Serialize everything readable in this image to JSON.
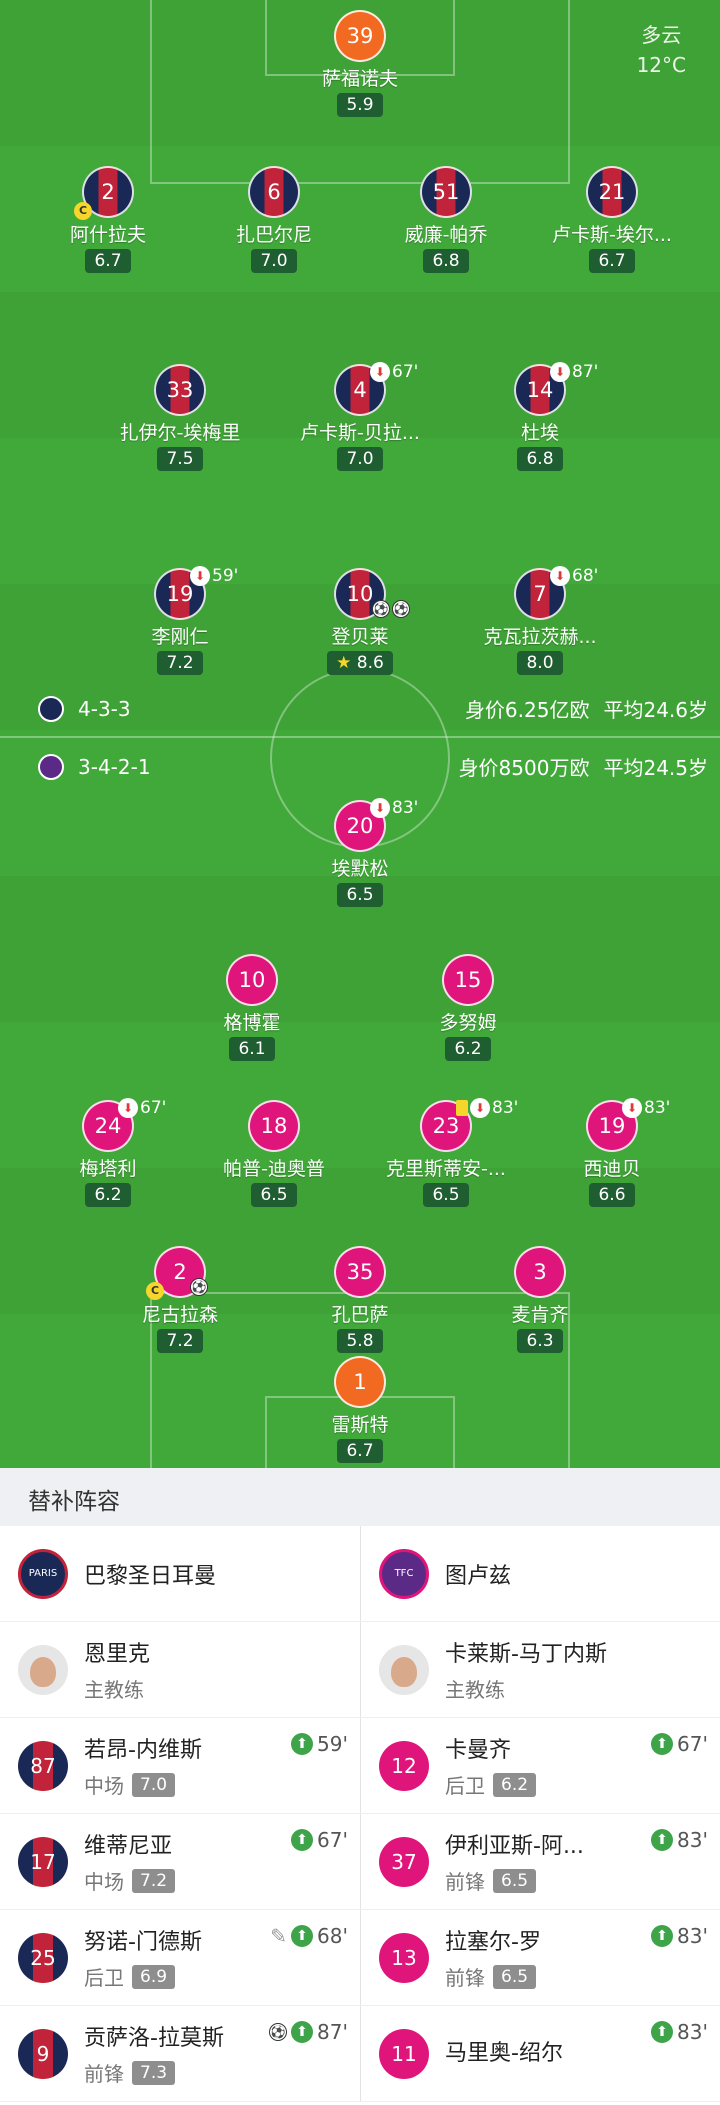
{
  "weather": {
    "condition": "多云",
    "temp": "12°C"
  },
  "psg": {
    "formation": "4-3-3",
    "value": "身价6.25亿欧",
    "avg_age": "平均24.6岁",
    "players": [
      {
        "num": "39",
        "name": "萨福诺夫",
        "rating": "5.9"
      },
      {
        "num": "2",
        "name": "阿什拉夫",
        "rating": "6.7"
      },
      {
        "num": "6",
        "name": "扎巴尔尼",
        "rating": "7.0"
      },
      {
        "num": "51",
        "name": "威廉-帕乔",
        "rating": "6.8"
      },
      {
        "num": "21",
        "name": "卢卡斯-埃尔...",
        "rating": "6.7"
      },
      {
        "num": "33",
        "name": "扎伊尔-埃梅里",
        "rating": "7.5"
      },
      {
        "num": "4",
        "name": "卢卡斯-贝拉...",
        "rating": "7.0",
        "sub": "67'"
      },
      {
        "num": "14",
        "name": "杜埃",
        "rating": "6.8",
        "sub": "87'"
      },
      {
        "num": "19",
        "name": "李刚仁",
        "rating": "7.2",
        "sub": "59'"
      },
      {
        "num": "10",
        "name": "登贝莱",
        "rating": "8.6"
      },
      {
        "num": "7",
        "name": "克瓦拉茨赫...",
        "rating": "8.0",
        "sub": "68'"
      }
    ]
  },
  "toulouse": {
    "formation": "3-4-2-1",
    "value": "身价8500万欧",
    "avg_age": "平均24.5岁",
    "players": [
      {
        "num": "20",
        "name": "埃默松",
        "rating": "6.5",
        "sub": "83'"
      },
      {
        "num": "10",
        "name": "格博霍",
        "rating": "6.1"
      },
      {
        "num": "15",
        "name": "多努姆",
        "rating": "6.2"
      },
      {
        "num": "24",
        "name": "梅塔利",
        "rating": "6.2",
        "sub": "67'"
      },
      {
        "num": "18",
        "name": "帕普-迪奥普",
        "rating": "6.5"
      },
      {
        "num": "23",
        "name": "克里斯蒂安-...",
        "rating": "6.5",
        "sub": "83'"
      },
      {
        "num": "19",
        "name": "西迪贝",
        "rating": "6.6",
        "sub": "83'"
      },
      {
        "num": "2",
        "name": "尼古拉森",
        "rating": "7.2"
      },
      {
        "num": "35",
        "name": "孔巴萨",
        "rating": "5.8"
      },
      {
        "num": "3",
        "name": "麦肯齐",
        "rating": "6.3"
      },
      {
        "num": "1",
        "name": "雷斯特",
        "rating": "6.7"
      }
    ]
  },
  "subs": {
    "title": "替补阵容",
    "left_team": "巴黎圣日耳曼",
    "right_team": "图卢兹",
    "left_coach": {
      "name": "恩里克",
      "role": "主教练"
    },
    "right_coach": {
      "name": "卡莱斯-马丁内斯",
      "role": "主教练"
    },
    "left": [
      {
        "num": "87",
        "name": "若昂-内维斯",
        "pos": "中场",
        "rating": "7.0",
        "time": "59'"
      },
      {
        "num": "17",
        "name": "维蒂尼亚",
        "pos": "中场",
        "rating": "7.2",
        "time": "67'"
      },
      {
        "num": "25",
        "name": "努诺-门德斯",
        "pos": "后卫",
        "rating": "6.9",
        "time": "68'"
      },
      {
        "num": "9",
        "name": "贡萨洛-拉莫斯",
        "pos": "前锋",
        "rating": "7.3",
        "time": "87'"
      }
    ],
    "right": [
      {
        "num": "12",
        "name": "卡曼齐",
        "pos": "后卫",
        "rating": "6.2",
        "time": "67'"
      },
      {
        "num": "37",
        "name": "伊利亚斯-阿...",
        "pos": "前锋",
        "rating": "6.5",
        "time": "83'"
      },
      {
        "num": "13",
        "name": "拉塞尔-罗",
        "pos": "前锋",
        "rating": "6.5",
        "time": "83'"
      },
      {
        "num": "11",
        "name": "马里奥-绍尔",
        "pos": "",
        "rating": "",
        "time": "83'"
      }
    ]
  },
  "colors": {
    "pitch": "#41a83a",
    "psg_blue": "#1a2856",
    "psg_red": "#c0233a",
    "toulouse_pink": "#e0157c",
    "gk_orange": "#f26a21"
  },
  "icons": {
    "captain": "C"
  }
}
